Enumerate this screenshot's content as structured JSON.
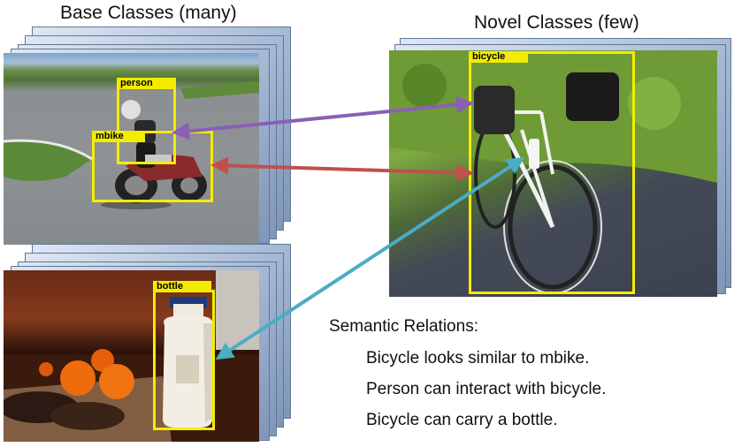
{
  "headings": {
    "base": "Base Classes (many)",
    "novel": "Novel Classes (few)"
  },
  "boxes": {
    "person": "person",
    "mbike": "mbike",
    "bottle": "bottle",
    "bicycle": "bicycle"
  },
  "relations": {
    "title": "Semantic Relations:",
    "items": [
      "Bicycle looks similar to mbike.",
      "Person can interact with bicycle.",
      "Bicycle can carry a bottle."
    ]
  },
  "colors": {
    "box_yellow": "#f4ec00",
    "arrow_person": "#8a5fb5",
    "arrow_mbike": "#c0504d",
    "arrow_bottle": "#4bacc6",
    "stack_blue": "#a9bbd6"
  }
}
